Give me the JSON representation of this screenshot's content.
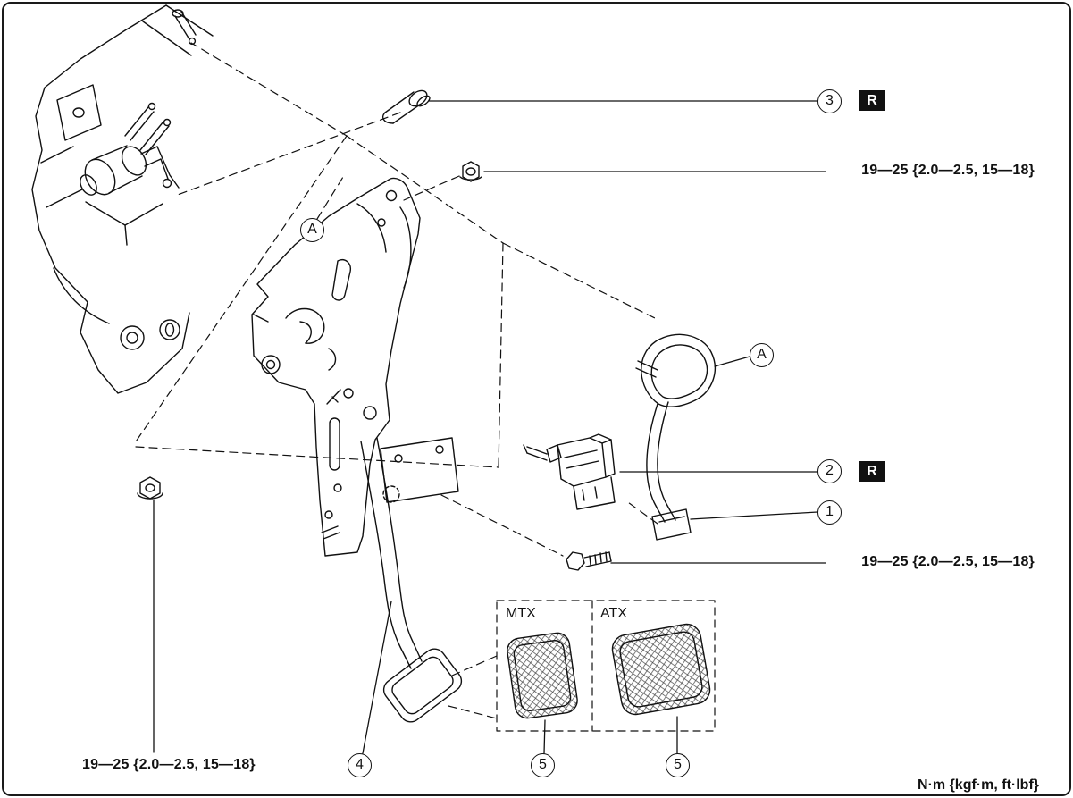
{
  "figure": {
    "units_note": "N·m {kgf·m, ft·lbf}"
  },
  "torque_specs": {
    "upper_right": "19—25 {2.0—2.5, 15—18}",
    "middle_right": "19—25 {2.0—2.5, 15—18}",
    "lower_left": "19—25 {2.0—2.5, 15—18}"
  },
  "callouts": {
    "c1": "1",
    "c2": "2",
    "c3": "3",
    "c4": "4",
    "c5_mtx": "5",
    "c5_atx": "5",
    "a_upper": "A",
    "a_right": "A"
  },
  "markers": {
    "replace_2": "R",
    "replace_3": "R"
  },
  "variants": {
    "mtx_label": "MTX",
    "atx_label": "ATX"
  },
  "colors": {
    "line": "#111111",
    "marker_bg": "#111111",
    "marker_fg": "#ffffff"
  }
}
